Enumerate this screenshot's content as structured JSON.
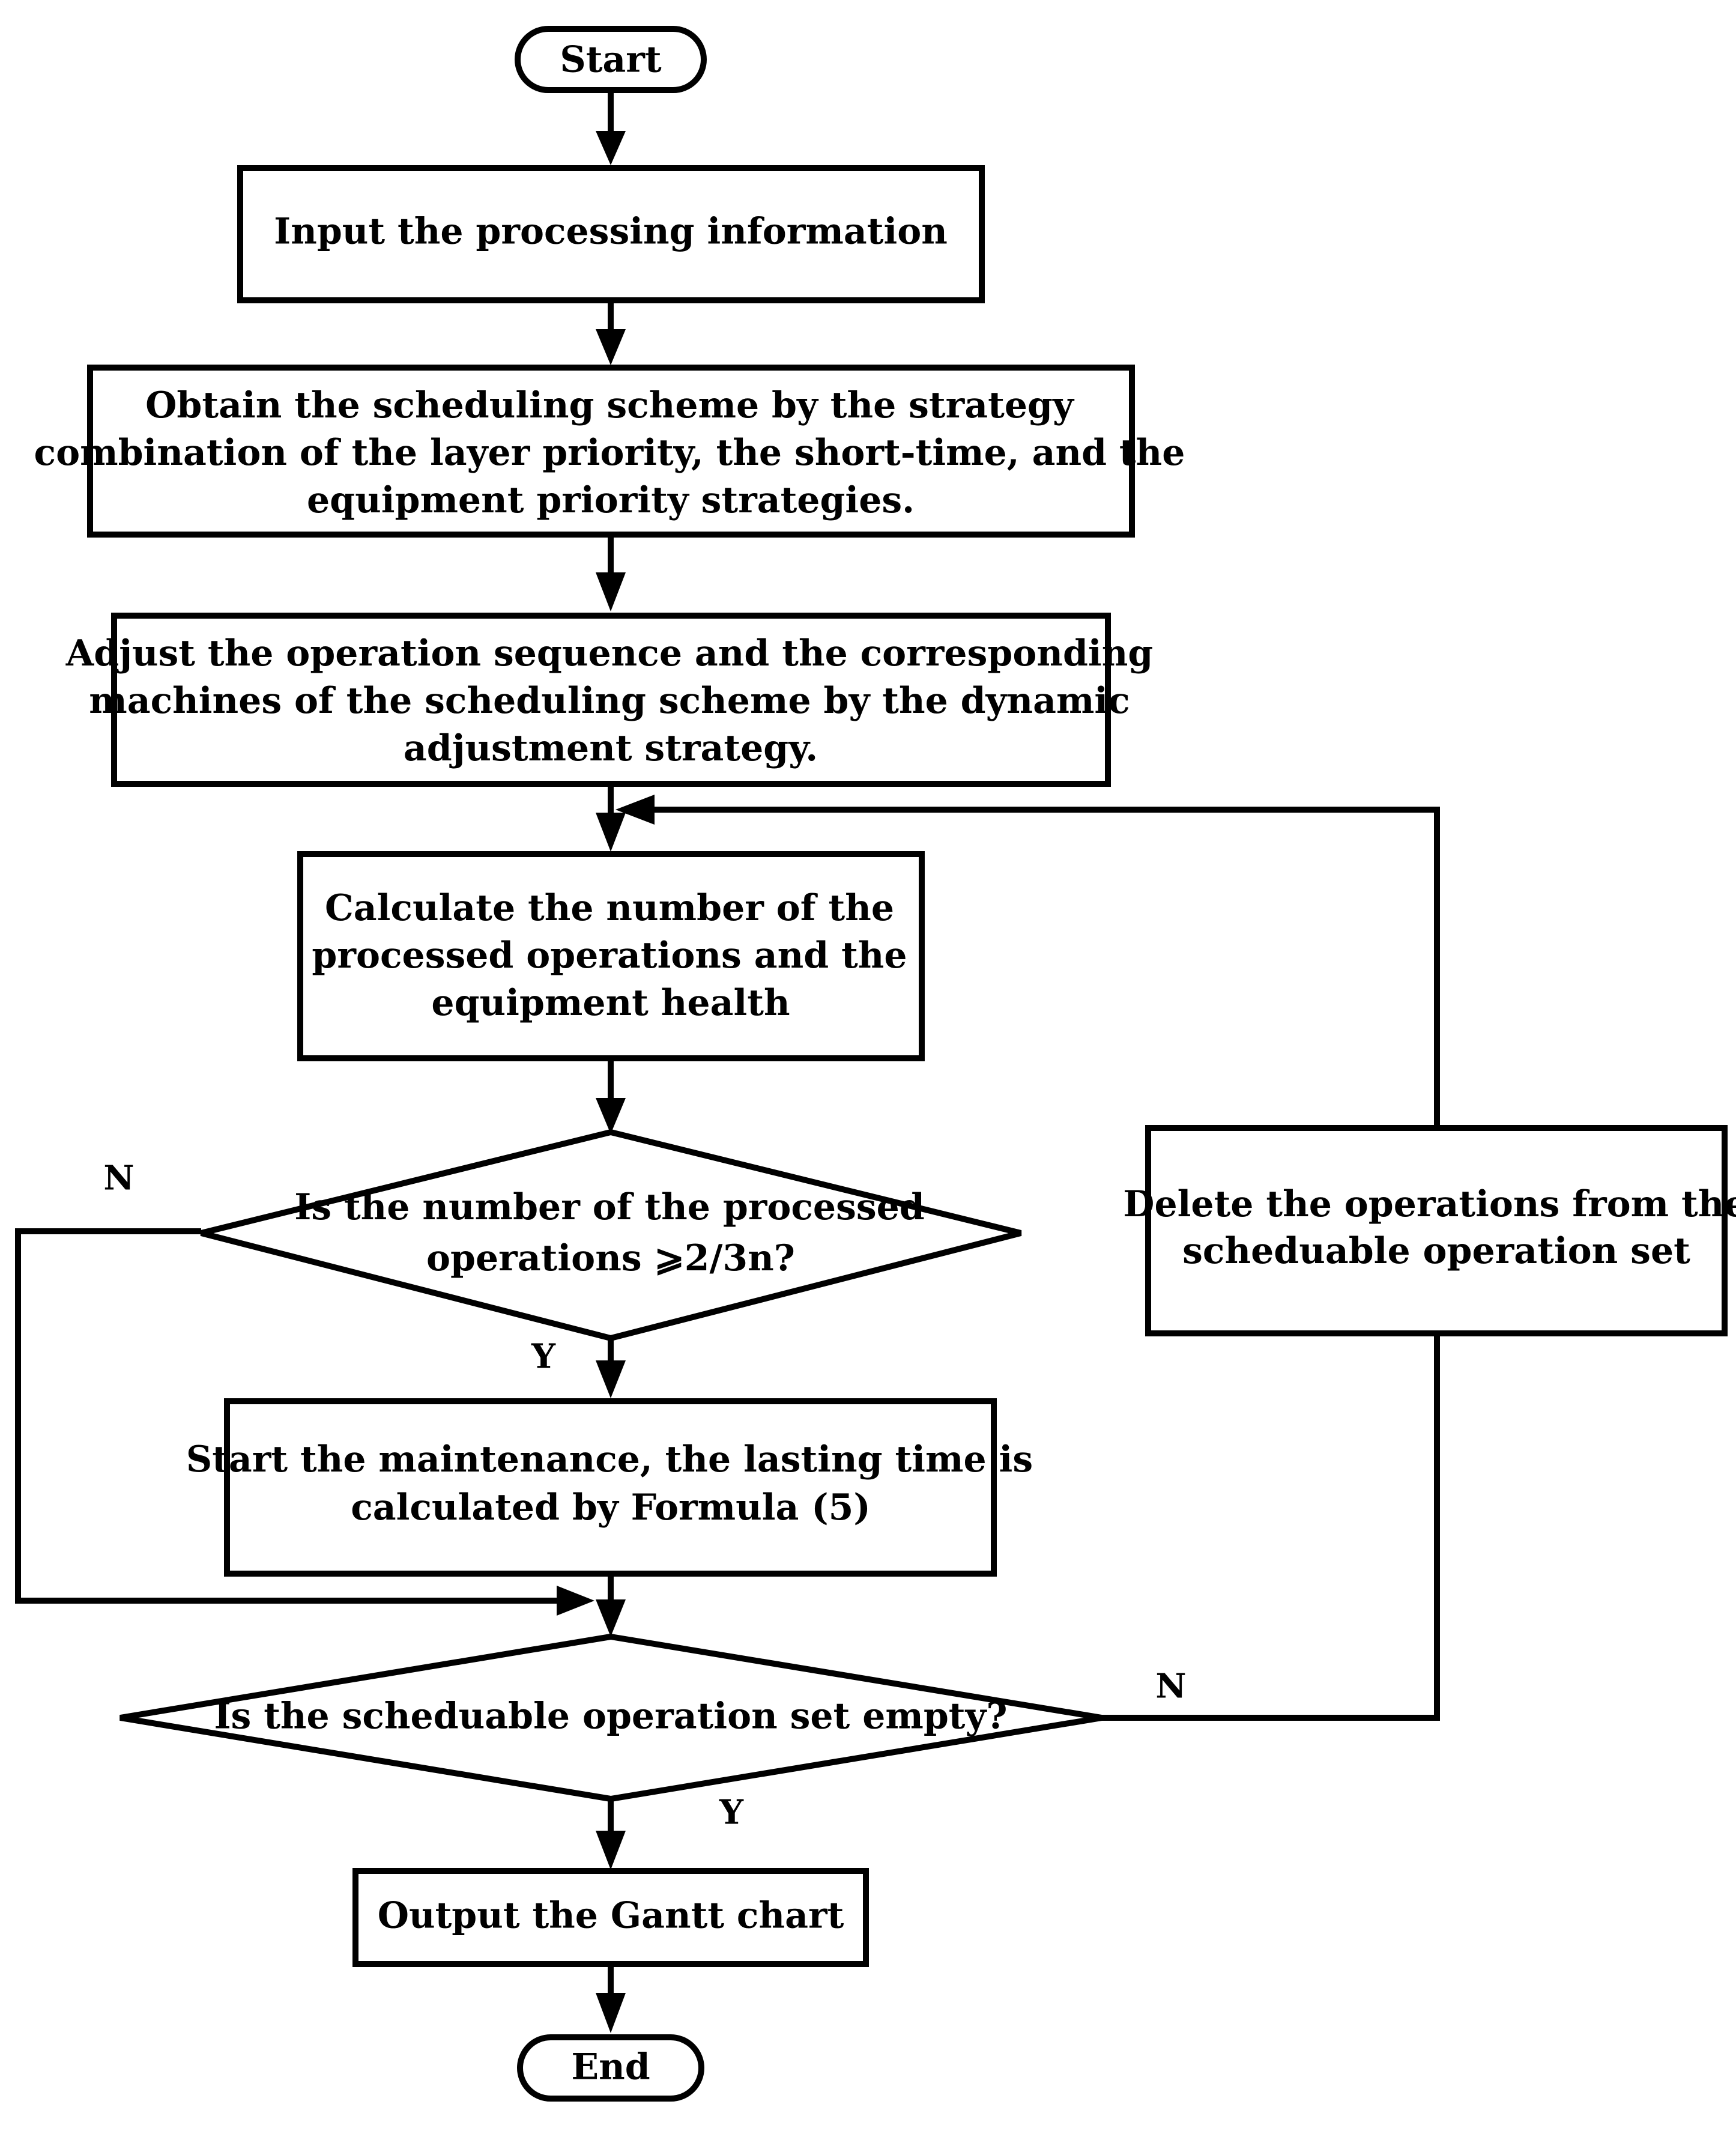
{
  "nodes": {
    "start": "Start",
    "input": "Input the processing information",
    "obtain": [
      "Obtain the scheduling scheme by the strategy",
      "combination of the layer priority, the short-time, and the",
      "equipment priority strategies."
    ],
    "adjust": [
      "Adjust the operation sequence and the corresponding",
      "machines of the scheduling scheme by the dynamic",
      "adjustment strategy."
    ],
    "calculate": [
      "Calculate the number of the",
      "processed operations and the",
      "equipment health"
    ],
    "decision_count": [
      "Is the number of the processed",
      "operations ⩾2/3n?"
    ],
    "maintenance": [
      "Start the maintenance, the lasting time is",
      "calculated by Formula (5)"
    ],
    "decision_empty": "Is the scheduable operation set empty?",
    "delete": [
      "Delete the operations from the",
      "scheduable operation set"
    ],
    "output": "Output the Gantt chart",
    "end": "End"
  },
  "edge_labels": {
    "count_no": "N",
    "count_yes": "Y",
    "empty_no": "N",
    "empty_yes": "Y"
  }
}
